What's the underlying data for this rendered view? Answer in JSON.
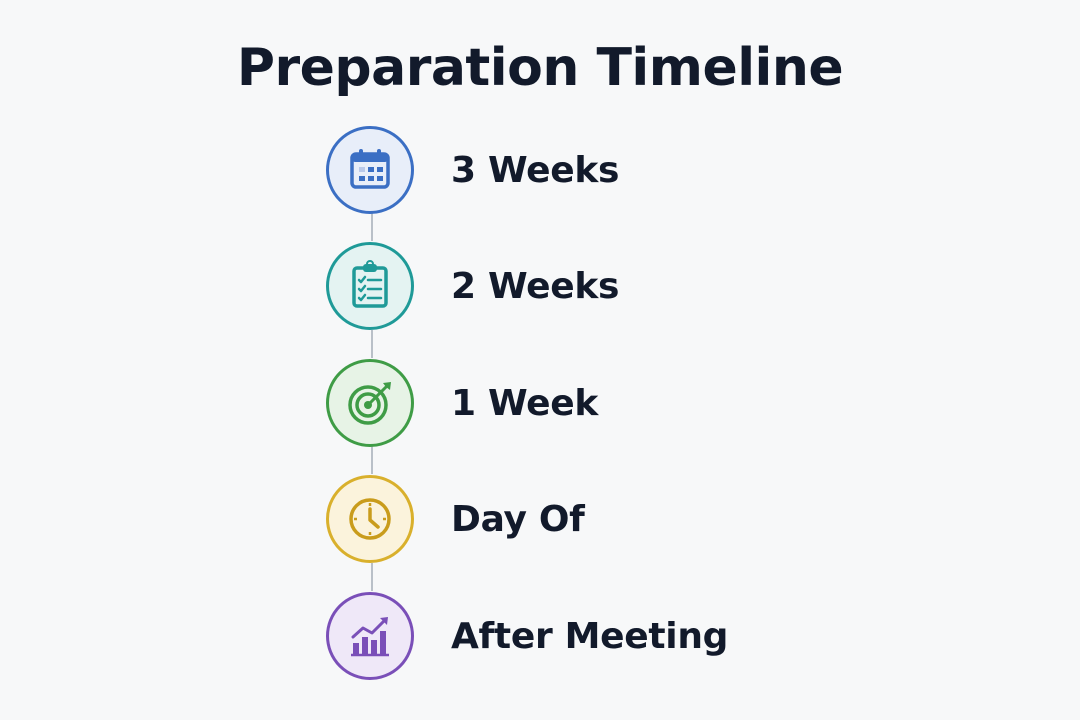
{
  "title": "Preparation Timeline",
  "steps": [
    {
      "label": "3 Weeks",
      "icon": "calendar-icon",
      "color": "#3b6fc4",
      "fill": "#e8eef9"
    },
    {
      "label": "2 Weeks",
      "icon": "clipboard-checklist-icon",
      "color": "#1f9a98",
      "fill": "#e4f3f2"
    },
    {
      "label": "1 Week",
      "icon": "target-icon",
      "color": "#3f9c46",
      "fill": "#e7f3e6"
    },
    {
      "label": "Day Of",
      "icon": "clock-icon",
      "color": "#d9b02c",
      "fill": "#fbf3dc"
    },
    {
      "label": "After Meeting",
      "icon": "growth-chart-icon",
      "color": "#7a4fb8",
      "fill": "#efe8f8"
    }
  ]
}
